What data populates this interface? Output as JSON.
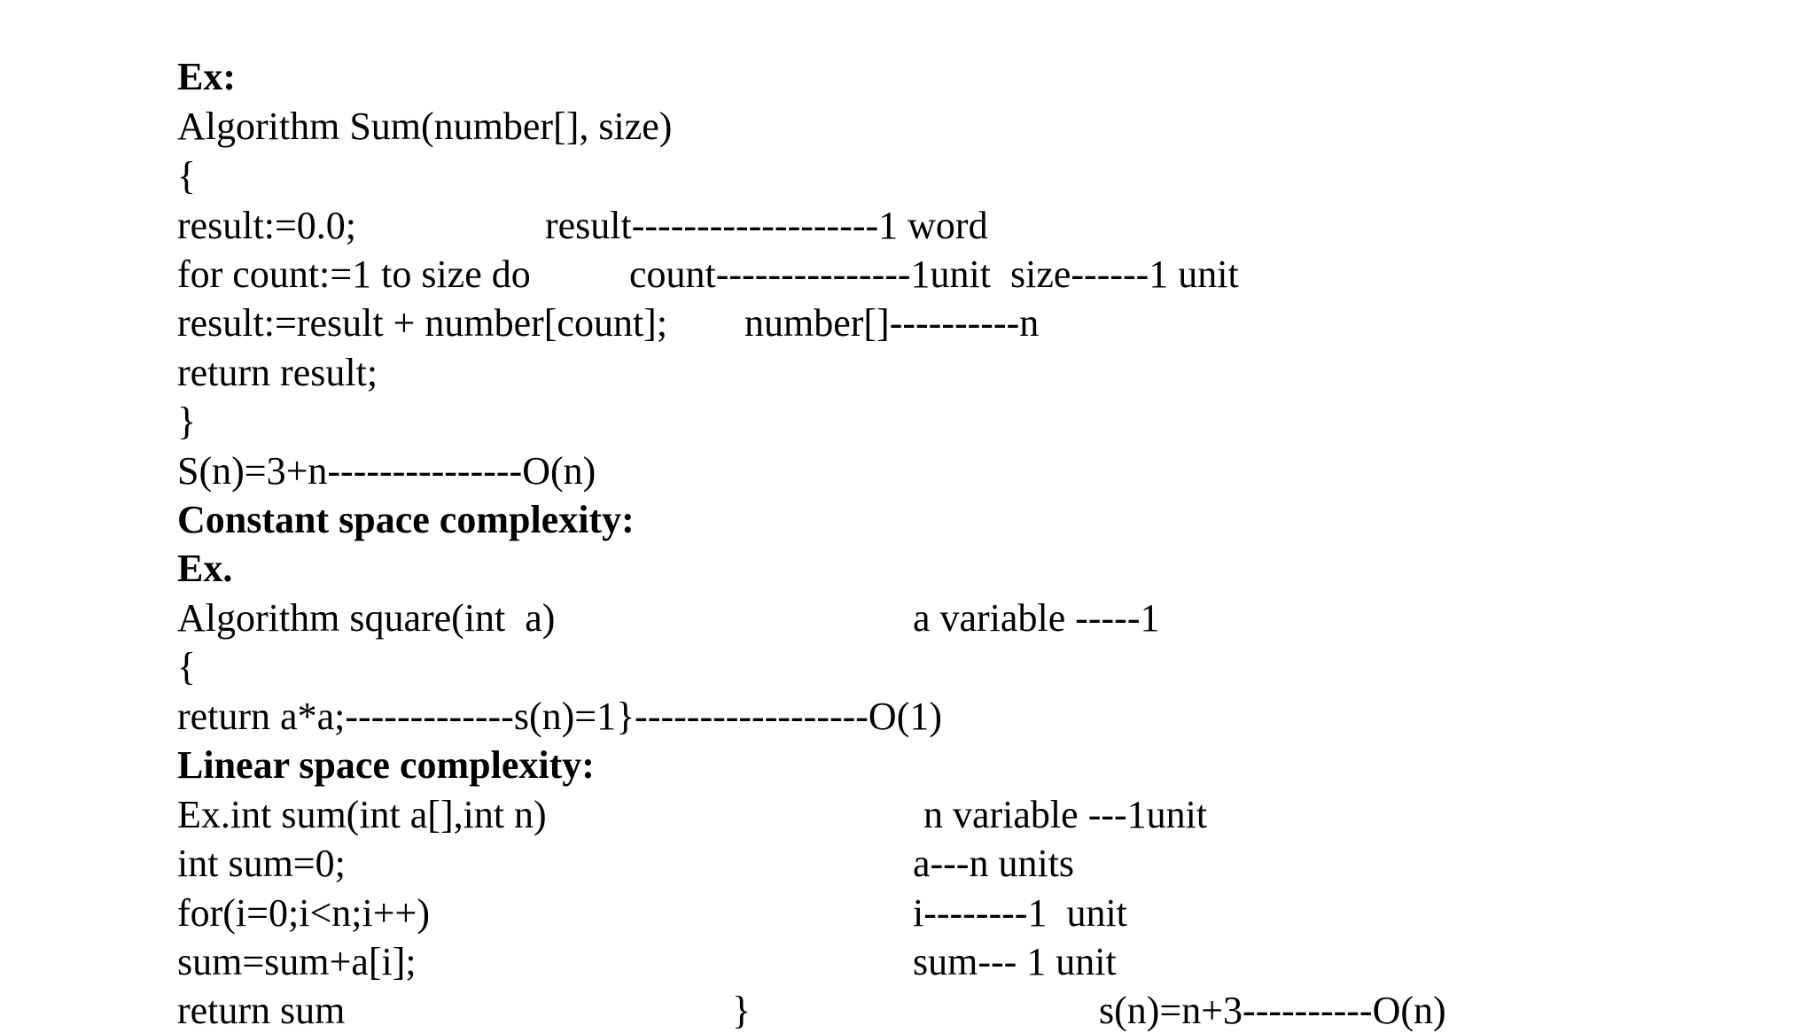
{
  "document": {
    "ex1": {
      "heading": "Ex:",
      "code": [
        "Algorithm Sum(number[], size)",
        "{",
        "result:=0.0;",
        "for count:=1 to size do",
        "result:=result + number[count];",
        "return result;",
        "}",
        "S(n)=3+n---------------O(n)"
      ],
      "notes": [
        "result-------------------1 word",
        "count---------------1unit  size------1 unit",
        "number[]----------n"
      ]
    },
    "constant": {
      "heading": "Constant space complexity:",
      "ex_label": "Ex.",
      "code": [
        "Algorithm square(int  a)",
        "{",
        "return a*a;-------------s(n)=1}------------------O(1)"
      ],
      "notes": [
        "a variable -----1"
      ]
    },
    "linear": {
      "heading": "Linear space complexity:",
      "code": [
        "Ex.int sum(int a[],int n)",
        "int sum=0;",
        "for(i=0;i<n;i++)",
        "sum=sum+a[i];",
        "return sum"
      ],
      "closing_brace": "}",
      "notes": [
        "n variable ---1unit",
        "a---n units",
        "i--------1  unit",
        "sum--- 1 unit",
        "s(n)=n+3----------O(n)"
      ]
    }
  }
}
